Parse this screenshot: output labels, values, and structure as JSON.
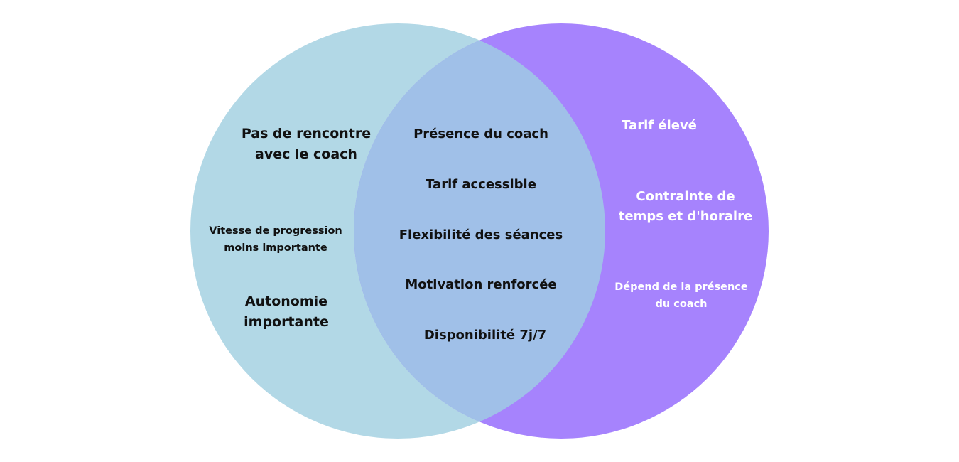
{
  "colors": {
    "left_circle": "#b2d8e6",
    "right_circle": "#a683fd",
    "overlap": "#a0c0e8",
    "text_dark": "#111111",
    "text_light": "#ffffff"
  },
  "left": {
    "items": [
      [
        "Pas de rencontre",
        "avec le coach"
      ],
      [
        "Vitesse de progression",
        "moins importante"
      ],
      [
        "Autonomie",
        "importante"
      ]
    ]
  },
  "center": {
    "items": [
      "Présence du coach",
      "Tarif accessible",
      "Flexibilité des séances",
      "Motivation renforcée",
      "Disponibilité 7j/7"
    ]
  },
  "right": {
    "items": [
      [
        "Tarif élevé"
      ],
      [
        "Contrainte de",
        "temps et d'horaire"
      ],
      [
        "Dépend de la présence",
        "du coach"
      ]
    ]
  }
}
